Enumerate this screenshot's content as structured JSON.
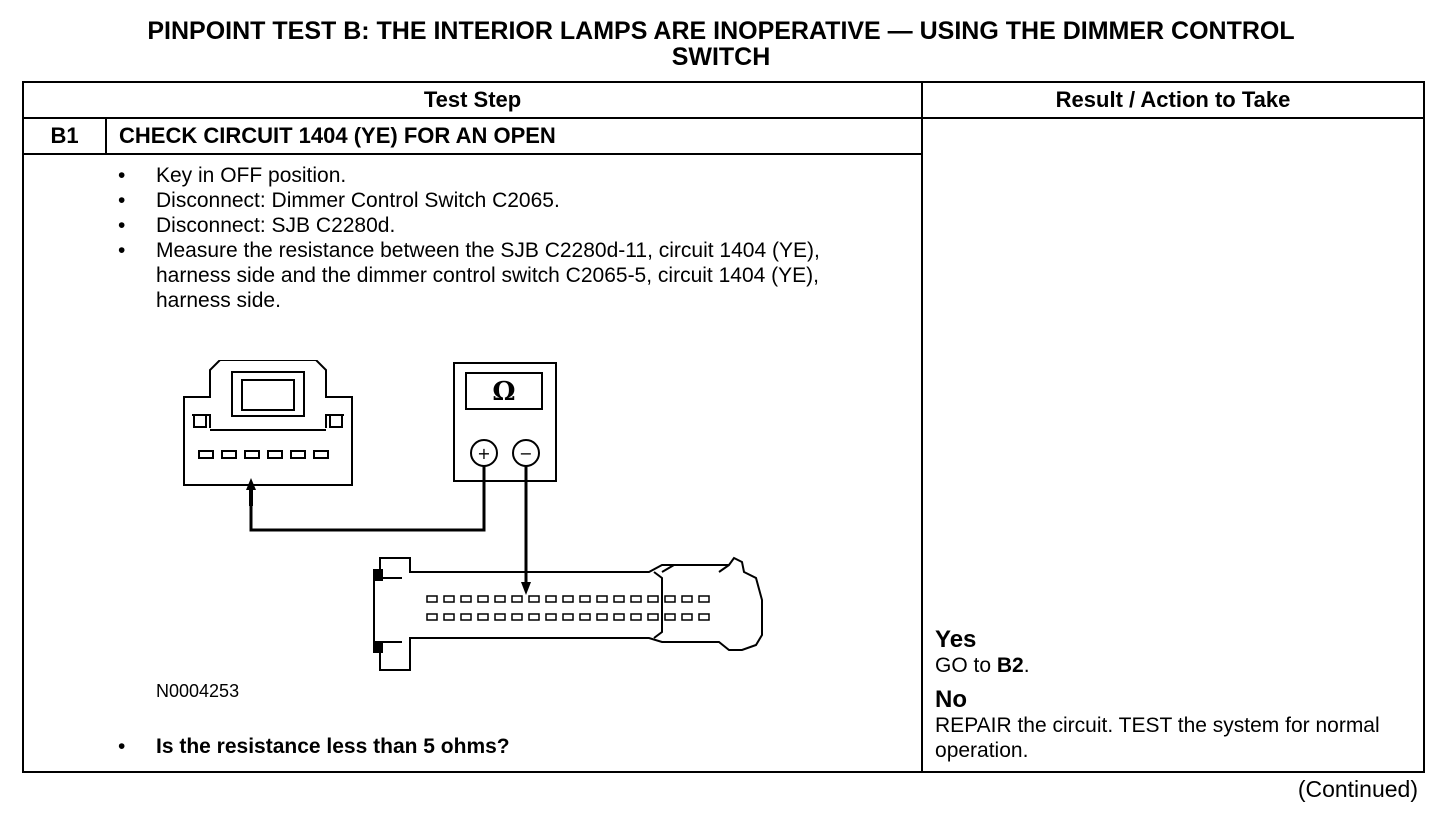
{
  "title": {
    "line1": "PINPOINT TEST  B: THE INTERIOR LAMPS ARE INOPERATIVE — USING THE DIMMER CONTROL",
    "line2": "SWITCH"
  },
  "table": {
    "header_test_step": "Test Step",
    "header_result": "Result / Action to Take",
    "step_id": "B1",
    "step_title": "CHECK CIRCUIT 1404 (YE) FOR AN OPEN",
    "bullets": [
      "Key in OFF position.",
      "Disconnect: Dimmer Control Switch C2065.",
      "Disconnect: SJB C2280d.",
      "Measure the resistance between the SJB C2280d-11, circuit 1404 (YE), harness side and the dimmer control switch C2065-5, circuit 1404 (YE), harness side."
    ],
    "figure": {
      "meter_symbol": "Ω",
      "plus": "+",
      "minus": "−",
      "code": "N0004253"
    },
    "question": "Is the resistance less than 5 ohms?",
    "yes_label": "Yes",
    "yes_action_prefix": "GO to ",
    "yes_action_target": "B2",
    "yes_action_suffix": ".",
    "no_label": "No",
    "no_action": "REPAIR the circuit. TEST the system for normal operation."
  },
  "footer": {
    "continued": "(Continued)"
  }
}
